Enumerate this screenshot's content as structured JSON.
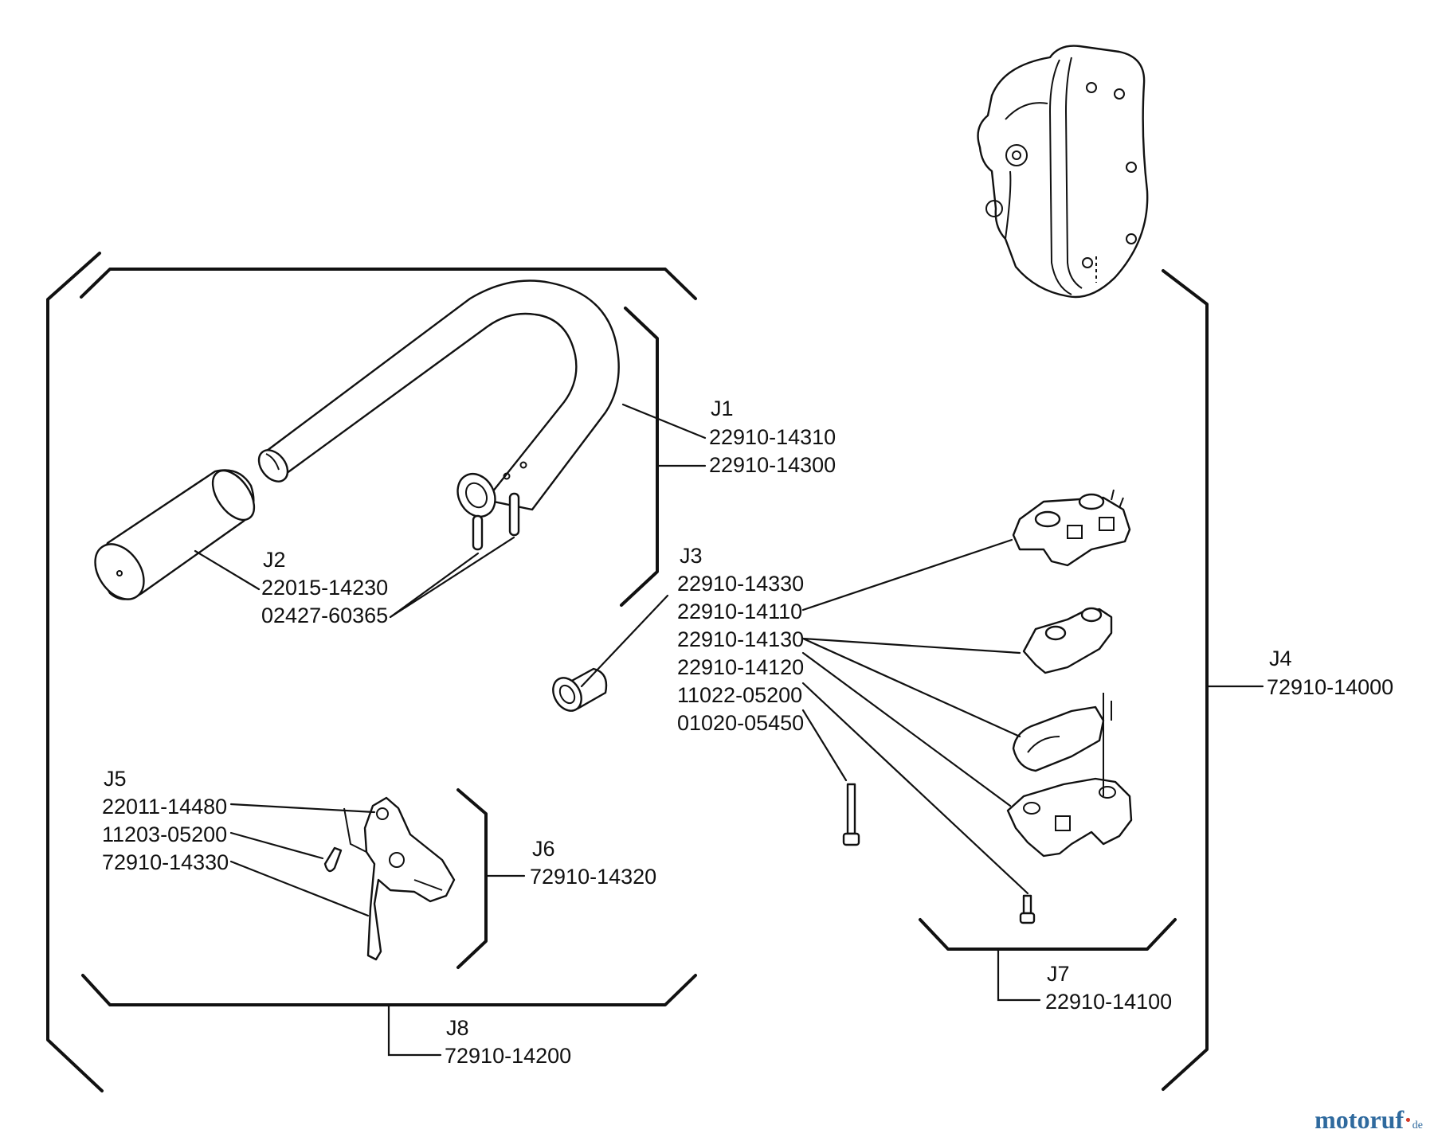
{
  "labels": {
    "j1": {
      "code": "J1",
      "parts": [
        "22910-14310",
        "22910-14300"
      ]
    },
    "j2": {
      "code": "J2",
      "parts": [
        "22015-14230",
        "02427-60365"
      ]
    },
    "j3": {
      "code": "J3",
      "parts": [
        "22910-14330",
        "22910-14110",
        "22910-14130",
        "22910-14120",
        "11022-05200",
        "01020-05450"
      ]
    },
    "j4": {
      "code": "J4",
      "parts": [
        "72910-14000"
      ]
    },
    "j5": {
      "code": "J5",
      "parts": [
        "22011-14480",
        "11203-05200",
        "72910-14330"
      ]
    },
    "j6": {
      "code": "J6",
      "parts": [
        "72910-14320"
      ]
    },
    "j7": {
      "code": "J7",
      "parts": [
        "22910-14100"
      ]
    },
    "j8": {
      "code": "J8",
      "parts": [
        "72910-14200"
      ]
    }
  },
  "watermark": {
    "main": "motoruf",
    "dot": "·",
    "sub": "de"
  }
}
